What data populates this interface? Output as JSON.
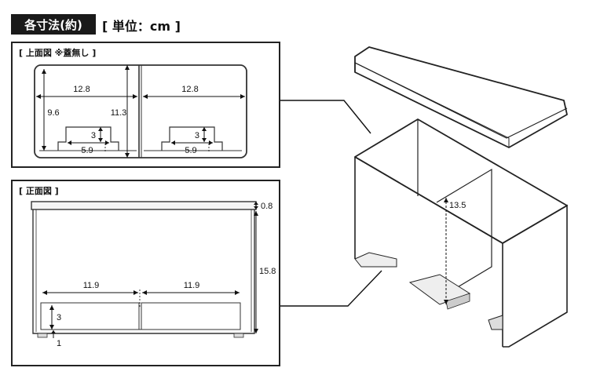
{
  "header": {
    "title": "各寸法(約)",
    "unit": "[ 単位：cm ]"
  },
  "top_view": {
    "label": "[ 上面図 ※蓋無し ]",
    "dims": {
      "left_width": "12.8",
      "right_width": "12.8",
      "inner_depth": "9.6",
      "outer_depth": "11.3",
      "left_notch_h": "3",
      "left_notch_w": "5.9",
      "right_notch_h": "3",
      "right_notch_w": "5.9"
    }
  },
  "front_view": {
    "label": "[ 正面図 ]",
    "dims": {
      "lid_thickness": "0.8",
      "height": "15.8",
      "left_width": "11.9",
      "right_width": "11.9",
      "opening_h": "3",
      "foot_h": "1"
    }
  },
  "iso_view": {
    "divider_height": "13.5"
  }
}
